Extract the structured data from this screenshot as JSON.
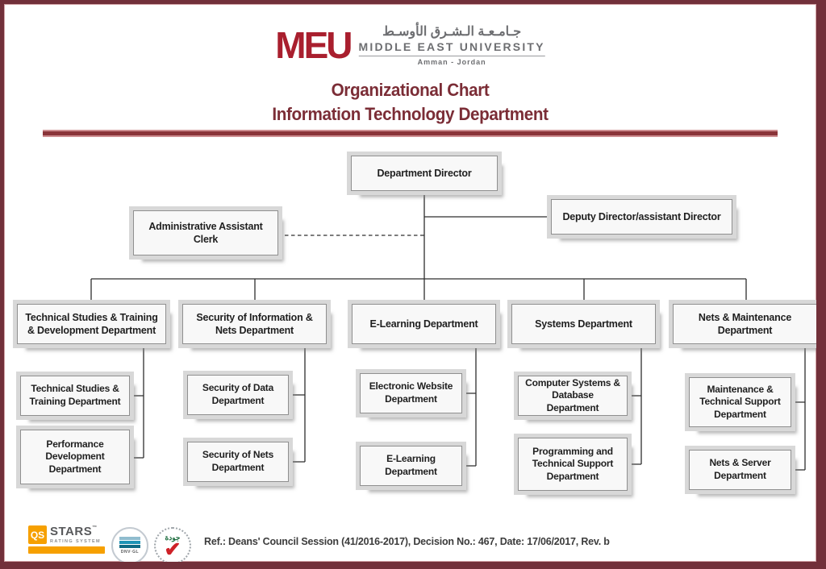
{
  "header": {
    "logo": {
      "acronym": "MEU",
      "arabic_name": "جـامـعـة الـشـرق الأوسـط",
      "english_name": "MIDDLE EAST UNIVERSITY",
      "location": "Amman - Jordan"
    },
    "title_line1": "Organizational Chart",
    "title_line2": "Information Technology Department"
  },
  "org": {
    "director": "Department Director",
    "assistant": "Administrative Assistant Clerk",
    "deputy": "Deputy Director/assistant Director",
    "departments": [
      {
        "label": "Technical Studies & Training & Development Department",
        "children": [
          "Technical Studies & Training Department",
          "Performance Development Department"
        ]
      },
      {
        "label": "Security of Information & Nets Department",
        "children": [
          "Security of Data Department",
          "Security of Nets Department"
        ]
      },
      {
        "label": "E-Learning Department",
        "children": [
          "Electronic Website Department",
          "E-Learning Department"
        ]
      },
      {
        "label": "Systems Department",
        "children": [
          "Computer Systems & Database Department",
          "Programming and Technical Support Department"
        ]
      },
      {
        "label": "Nets & Maintenance Department",
        "children": [
          "Maintenance & Technical Support Department",
          "Nets & Server Department"
        ]
      }
    ]
  },
  "footer": {
    "reference": "Ref.: Deans' Council Session (41/2016-2017), Decision No.: 467, Date: 17/06/2017, Rev. b",
    "logos": {
      "qs": {
        "acronym": "QS",
        "name": "STARS",
        "tm": "™",
        "subtitle": "RATING SYSTEM"
      },
      "dnv": {
        "name": "DNV·GL"
      },
      "quality": {
        "name": "جودة",
        "check": "✔"
      }
    }
  },
  "colors": {
    "border_maroon": "#72303A",
    "title_maroon": "#7B2D36",
    "brand_red": "#A91F2E",
    "gray_text": "#6D6E71",
    "qs_orange": "#F6A000",
    "check_red": "#CE2127",
    "box_frame": "#D8D8D8"
  }
}
